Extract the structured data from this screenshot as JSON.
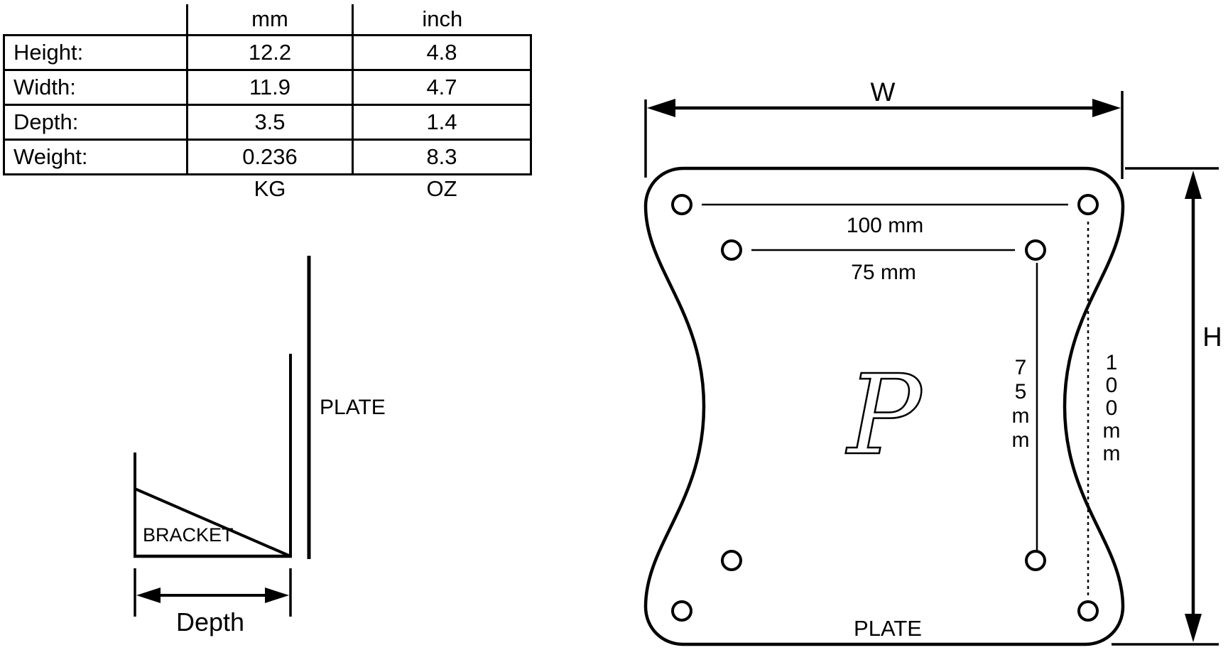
{
  "spec_table": {
    "col_headers": [
      "mm",
      "inch"
    ],
    "rows": [
      {
        "label": "Height:",
        "mm": "12.2",
        "inch": "4.8"
      },
      {
        "label": "Width:",
        "mm": "11.9",
        "inch": "4.7"
      },
      {
        "label": "Depth:",
        "mm": "3.5",
        "inch": "1.4"
      },
      {
        "label": "Weight:",
        "mm": "0.236",
        "inch": "8.3"
      }
    ],
    "footer": {
      "mm_unit": "KG",
      "inch_unit": "OZ"
    }
  },
  "side_view": {
    "plate_label": "PLATE",
    "bracket_label": "BRACKET",
    "depth_label": "Depth"
  },
  "front_view": {
    "w_label": "W",
    "h_label": "H",
    "plate_label": "PLATE",
    "hole_spacing_top": "100 mm",
    "hole_spacing_inner": "75 mm",
    "v75_chars": [
      "7",
      "5",
      "m",
      "m"
    ],
    "v100_chars": [
      "1",
      "0",
      "0",
      "m",
      "m"
    ],
    "logo_glyph": "P"
  },
  "colors": {
    "line": "#000000",
    "background": "#ffffff"
  }
}
